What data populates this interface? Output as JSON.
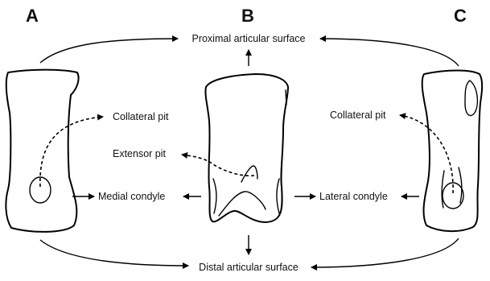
{
  "panels": {
    "a": "A",
    "b": "B",
    "c": "C"
  },
  "labels": {
    "proximal": "Proximal articular surface",
    "distal": "Distal articular surface",
    "collateral_left": "Collateral pit",
    "collateral_right": "Collateral pit",
    "extensor": "Extensor pit",
    "medial": "Medial condyle",
    "lateral": "Lateral condyle"
  }
}
